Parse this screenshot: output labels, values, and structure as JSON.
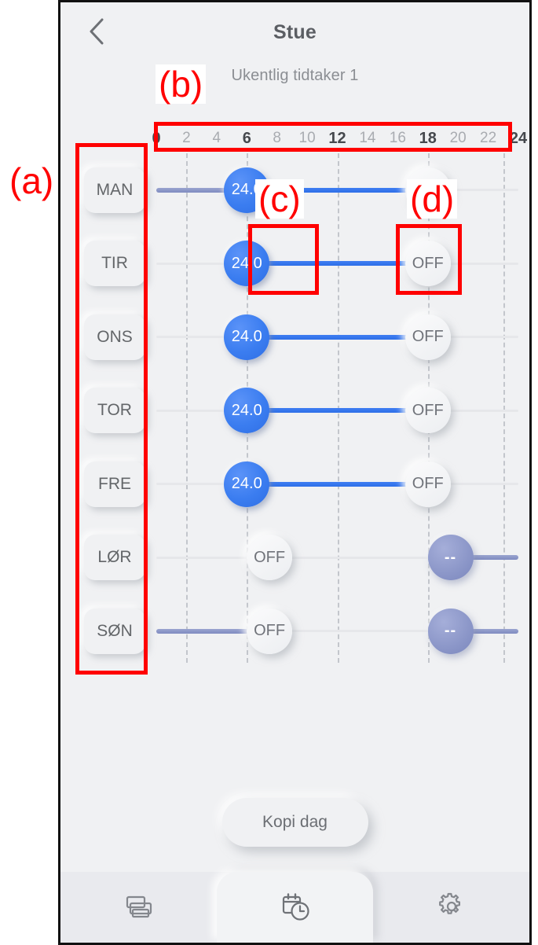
{
  "header": {
    "back_icon": "chevron-left-icon",
    "title": "Stue",
    "subtitle": "Ukentlig tidtaker 1"
  },
  "ruler": {
    "ticks": [
      {
        "label": "0",
        "hour": 0,
        "major": true
      },
      {
        "label": "2",
        "hour": 2,
        "major": false
      },
      {
        "label": "4",
        "hour": 4,
        "major": false
      },
      {
        "label": "6",
        "hour": 6,
        "major": true
      },
      {
        "label": "8",
        "hour": 8,
        "major": false
      },
      {
        "label": "10",
        "hour": 10,
        "major": false
      },
      {
        "label": "12",
        "hour": 12,
        "major": true
      },
      {
        "label": "14",
        "hour": 14,
        "major": false
      },
      {
        "label": "16",
        "hour": 16,
        "major": false
      },
      {
        "label": "18",
        "hour": 18,
        "major": true
      },
      {
        "label": "20",
        "hour": 20,
        "major": false
      },
      {
        "label": "22",
        "hour": 22,
        "major": false
      },
      {
        "label": "24",
        "hour": 24,
        "major": true
      }
    ],
    "gridline_hours": [
      2,
      6,
      12,
      18,
      23
    ]
  },
  "schedule": {
    "rows": [
      {
        "day": "MAN",
        "segments": [
          {
            "from": 0,
            "to": 6,
            "style": "muted"
          },
          {
            "from": 6,
            "to": 18,
            "style": "blue"
          }
        ],
        "handles": [
          {
            "hour": 6,
            "label": "24.0",
            "state": "on"
          },
          {
            "hour": 18,
            "label": "OFF",
            "state": "off"
          }
        ]
      },
      {
        "day": "TIR",
        "segments": [
          {
            "from": 6,
            "to": 18,
            "style": "blue"
          }
        ],
        "handles": [
          {
            "hour": 6,
            "label": "24.0",
            "state": "on"
          },
          {
            "hour": 18,
            "label": "OFF",
            "state": "off"
          }
        ]
      },
      {
        "day": "ONS",
        "segments": [
          {
            "from": 6,
            "to": 18,
            "style": "blue"
          }
        ],
        "handles": [
          {
            "hour": 6,
            "label": "24.0",
            "state": "on"
          },
          {
            "hour": 18,
            "label": "OFF",
            "state": "off"
          }
        ]
      },
      {
        "day": "TOR",
        "segments": [
          {
            "from": 6,
            "to": 18,
            "style": "blue"
          }
        ],
        "handles": [
          {
            "hour": 6,
            "label": "24.0",
            "state": "on"
          },
          {
            "hour": 18,
            "label": "OFF",
            "state": "off"
          }
        ]
      },
      {
        "day": "FRE",
        "segments": [
          {
            "from": 6,
            "to": 18,
            "style": "blue"
          }
        ],
        "handles": [
          {
            "hour": 6,
            "label": "24.0",
            "state": "on"
          },
          {
            "hour": 18,
            "label": "OFF",
            "state": "off"
          }
        ]
      },
      {
        "day": "LØR",
        "segments": [
          {
            "from": 19.5,
            "to": 24,
            "style": "muted"
          }
        ],
        "handles": [
          {
            "hour": 7.5,
            "label": "OFF",
            "state": "off"
          },
          {
            "hour": 19.5,
            "label": "--",
            "state": "dim"
          }
        ]
      },
      {
        "day": "SØN",
        "segments": [
          {
            "from": 0,
            "to": 7.5,
            "style": "muted"
          },
          {
            "from": 19.5,
            "to": 24,
            "style": "muted"
          }
        ],
        "handles": [
          {
            "hour": 7.5,
            "label": "OFF",
            "state": "off"
          },
          {
            "hour": 19.5,
            "label": "--",
            "state": "dim"
          }
        ]
      }
    ]
  },
  "actions": {
    "copy_day_label": "Kopi dag"
  },
  "bottom_nav": {
    "items": [
      {
        "icon": "printer-icon",
        "active": false
      },
      {
        "icon": "calendar-clock-icon",
        "active": true
      },
      {
        "icon": "gear-icon",
        "active": false
      }
    ]
  },
  "annotations": [
    {
      "label": "(a)"
    },
    {
      "label": "(b)"
    },
    {
      "label": "(c)"
    },
    {
      "label": "(d)"
    }
  ],
  "colors": {
    "accent_blue": "#3b7df0",
    "muted_blue": "#8b96c8",
    "surface": "#f0f1f3",
    "annotation_red": "#ff0000",
    "text_primary": "#5b5e63",
    "text_secondary": "#8b8e93"
  }
}
